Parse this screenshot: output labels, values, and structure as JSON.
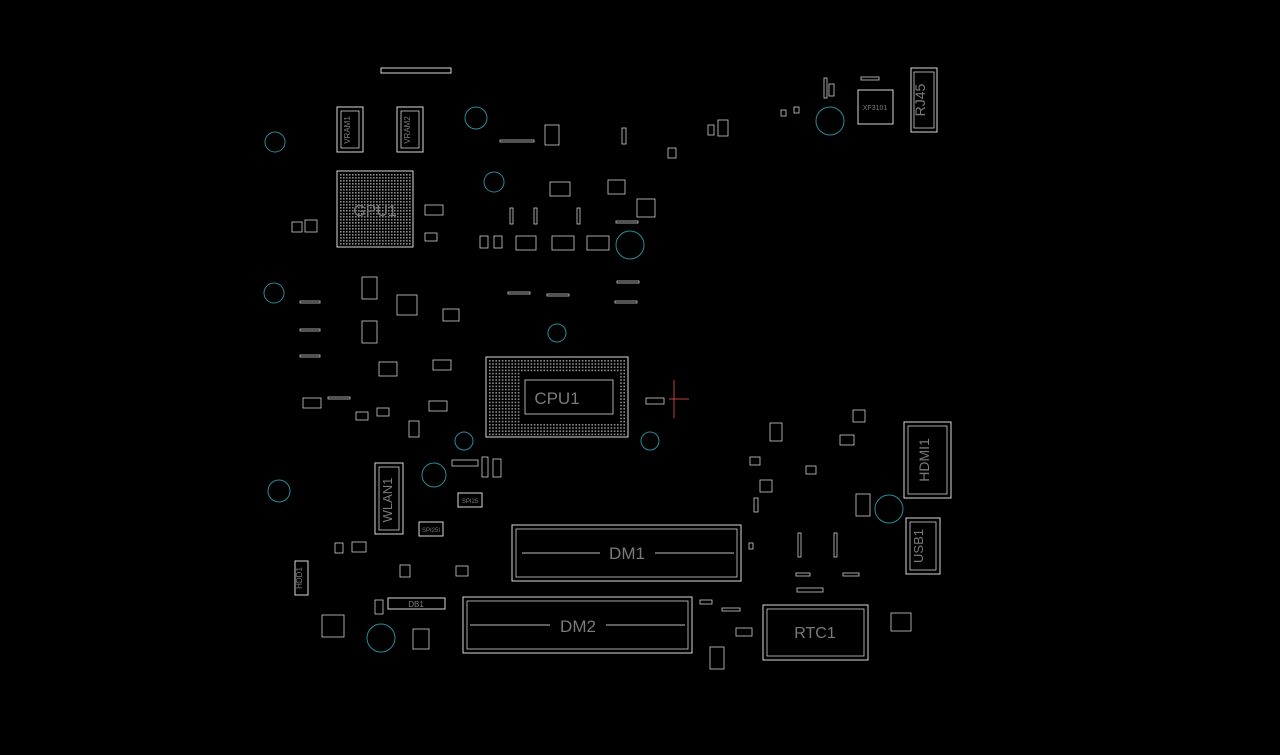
{
  "viewer": {
    "background": "#000000",
    "outline_color": "#d8d8d8",
    "hole_color": "#2a8a9a",
    "label_color": "#7a7a7a",
    "cursor_color": "#c04040"
  },
  "components": {
    "gpu": "GPU1",
    "cpu": "CPU1",
    "vram1": "VRAM1",
    "vram2": "VRAM2",
    "wlan": "WLAN1",
    "dimm1": "DM1",
    "dimm2": "DM2",
    "rtc": "RTC1",
    "hdmi": "HDMI1",
    "usb": "USB1",
    "rj45": "RJ45",
    "xf": "XF3101",
    "hdd": "HDD1",
    "db": "DB1",
    "spi1": "SPI25",
    "spi2": "SPI25I"
  }
}
